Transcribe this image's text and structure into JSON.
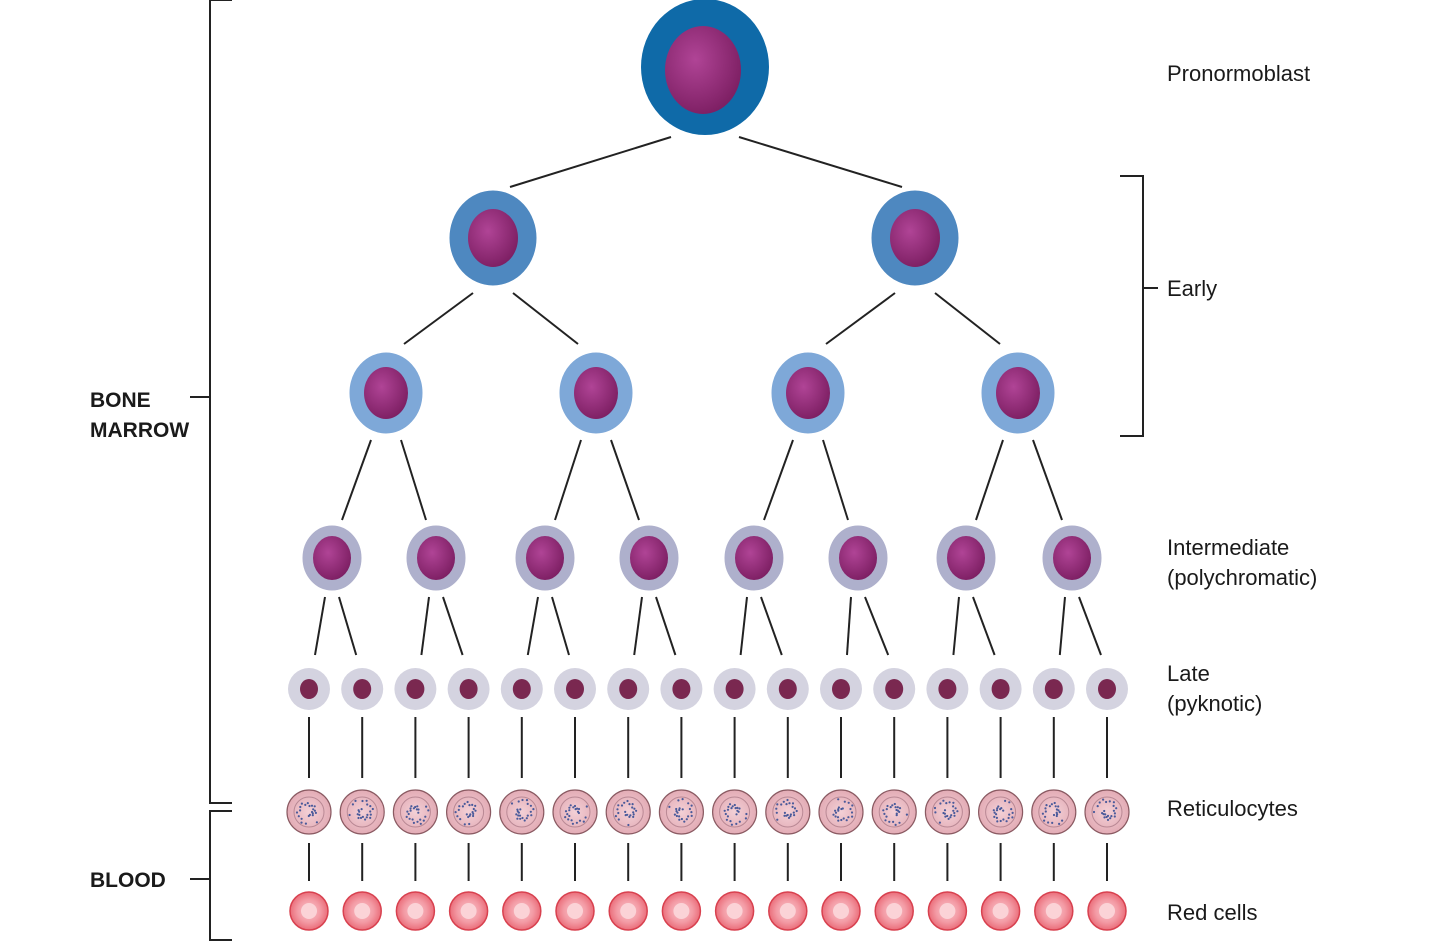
{
  "stages": [
    {
      "key": "pronormoblast",
      "lines": [
        "Pronormoblast"
      ],
      "count": 1
    },
    {
      "key": "early",
      "lines": [
        "Early"
      ],
      "count": 2
    },
    {
      "key": "early2",
      "lines": [],
      "count": 4
    },
    {
      "key": "intermediate",
      "lines": [
        "Intermediate",
        "(polychromatic)"
      ],
      "count": 8
    },
    {
      "key": "late",
      "lines": [
        "Late",
        "(pyknotic)"
      ],
      "count": 16
    },
    {
      "key": "reticulocytes",
      "lines": [
        "Reticulocytes"
      ],
      "count": 16
    },
    {
      "key": "red_cells",
      "lines": [
        "Red cells"
      ],
      "count": 16
    }
  ],
  "regions": {
    "bone_marrow": [
      "BONE",
      "MARROW"
    ],
    "blood": [
      "BLOOD"
    ]
  },
  "colors": {
    "nucleus": "#8e2a74",
    "pronormoblast_cytoplasm": "#0f6aa8",
    "early_cytoplasm": "#4e88c0",
    "early2_cytoplasm": "#7ea8d8",
    "intermediate_cytoplasm": "#aeb0cc",
    "late_cytoplasm": "#d4d3e0",
    "late_nucleus": "#7a2850",
    "reticulocyte_fill": "#ecbcc4",
    "red_cell_fill": "#ee7480",
    "line": "#222222"
  }
}
